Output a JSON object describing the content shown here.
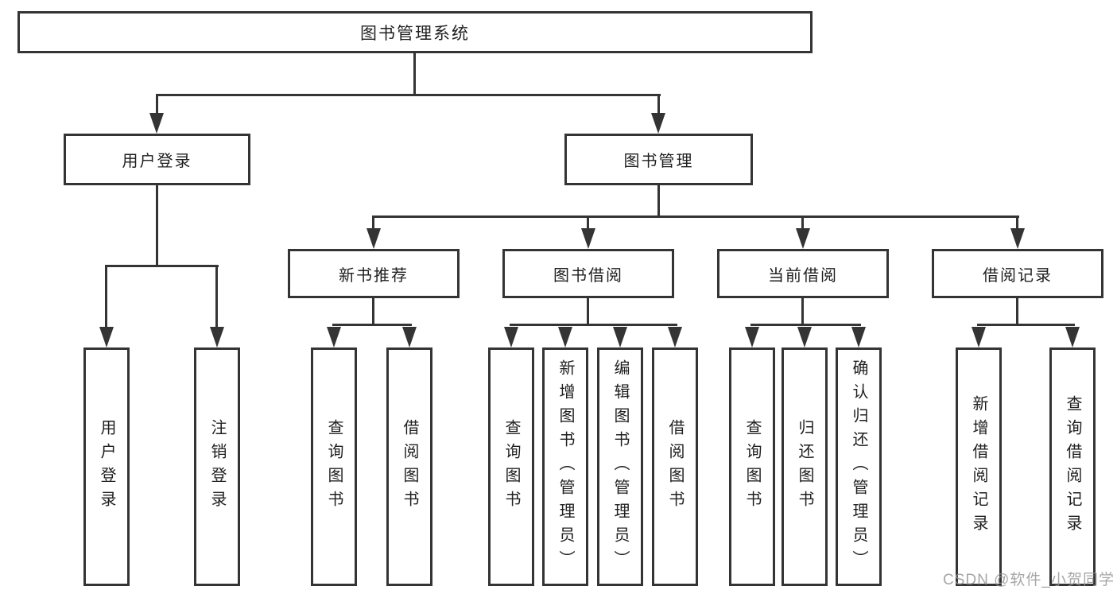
{
  "root": {
    "label": "图书管理系统"
  },
  "branches": [
    {
      "label": "用户登录",
      "children": [
        "用户登录",
        "注销登录"
      ]
    },
    {
      "label": "图书管理",
      "sections": [
        {
          "label": "新书推荐",
          "children": [
            "查询图书",
            "借阅图书"
          ]
        },
        {
          "label": "图书借阅",
          "children": [
            "查询图书",
            "新增图书（管理员）",
            "编辑图书（管理员）",
            "借阅图书"
          ]
        },
        {
          "label": "当前借阅",
          "children": [
            "查询图书",
            "归还图书",
            "确认归还（管理员）"
          ]
        },
        {
          "label": "借阅记录",
          "children": [
            "新增借阅记录",
            "查询借阅记录"
          ]
        }
      ]
    }
  ],
  "watermark": "CSDN @软件_小贺同学",
  "colors": {
    "stroke": "#343434",
    "background": "#ffffff",
    "watermark": "#969696"
  }
}
